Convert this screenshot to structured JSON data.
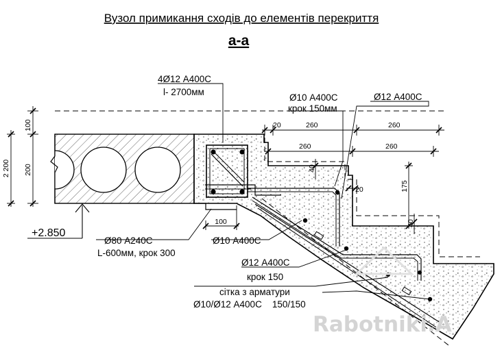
{
  "title": "Вузол примикання сходів до елементів перекриття",
  "section_label": "а-а",
  "level_mark": "+2.850",
  "labels": {
    "top_bars_1": "4Ø12 А400С",
    "top_bars_2": "l- 2700мм",
    "stirrup_1": "Ø10 А400С",
    "stirrup_2": "крок 150мм",
    "bar12_top": "Ø12 А400С",
    "dowel_1": "Ø80 А240С",
    "dowel_2": "L-600мм, крок 300",
    "bar10_mid": "Ø10 А400С",
    "bar12_low_1": "Ø12 А400С",
    "bar12_low_2": "крок 150",
    "mesh_1": "сітка з арматури",
    "mesh_2": "Ø10/Ø12 А400С    150/150"
  },
  "dimensions": {
    "d100_top": "100",
    "d200": "200",
    "d2200": "2 200",
    "d20_a": "20",
    "d260_a": "260",
    "d260_b": "260",
    "d260_c": "260",
    "d260_d": "260",
    "d40_a": "40",
    "d20_b": "20",
    "d175": "175",
    "d40_b": "40",
    "d100_bottom": "100"
  },
  "watermark": "Rabotniki.A"
}
